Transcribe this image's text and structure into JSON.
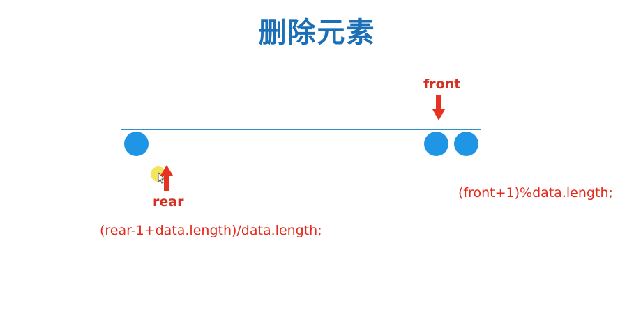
{
  "title": "删除元素",
  "queue": {
    "cells": [
      true,
      false,
      false,
      false,
      false,
      false,
      false,
      false,
      false,
      false,
      true,
      true
    ]
  },
  "front": {
    "label": "front",
    "formula": "(front+1)%data.length;"
  },
  "rear": {
    "label": "rear",
    "formula": "(rear-1+data.length)/data.length;"
  },
  "colors": {
    "title": "#1a6fb7",
    "cell_border": "#2f8fc9",
    "element": "#1f95e6",
    "arrow": "#e53222",
    "formula": "#e42a1c"
  }
}
